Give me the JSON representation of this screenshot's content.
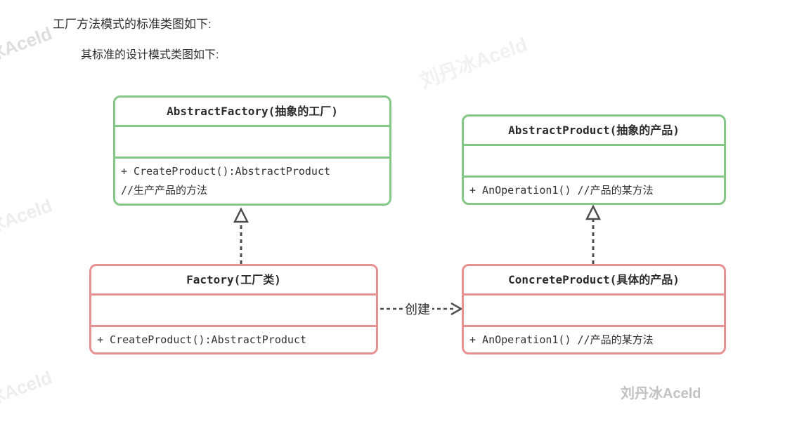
{
  "page": {
    "heading1": "工厂方法模式的标准类图如下:",
    "heading2": "其标准的设计模式类图如下:"
  },
  "classes": {
    "abstract_factory": {
      "title": "AbstractFactory(抽象的工厂)",
      "method_line1": "+ CreateProduct():AbstractProduct",
      "method_line2": "//生产产品的方法",
      "border_color": "#85c786"
    },
    "abstract_product": {
      "title": "AbstractProduct(抽象的产品)",
      "method_line1": "+ AnOperation1() //产品的某方法",
      "border_color": "#85c786"
    },
    "factory": {
      "title": "Factory(工厂类)",
      "method_line1": "+ CreateProduct():AbstractProduct",
      "border_color": "#e89193"
    },
    "concrete_product": {
      "title": "ConcreteProduct(具体的产品)",
      "method_line1": "+ AnOperation1() //产品的某方法",
      "border_color": "#e89193"
    }
  },
  "relations": {
    "create_label": "创建",
    "factory_to_abstract_factory": "generalization",
    "concrete_product_to_abstract_product": "generalization",
    "factory_to_concrete_product": "dependency"
  },
  "watermark": {
    "text": "刘丹冰Aceld",
    "signature": "刘丹冰Aceld"
  },
  "colors": {
    "abstract_border_green": "#85c786",
    "concrete_border_red": "#e89193",
    "arrow_gray": "#4d4d4d",
    "text_dark": "#2f2f2f",
    "signature_gray": "#c2c2c2"
  }
}
